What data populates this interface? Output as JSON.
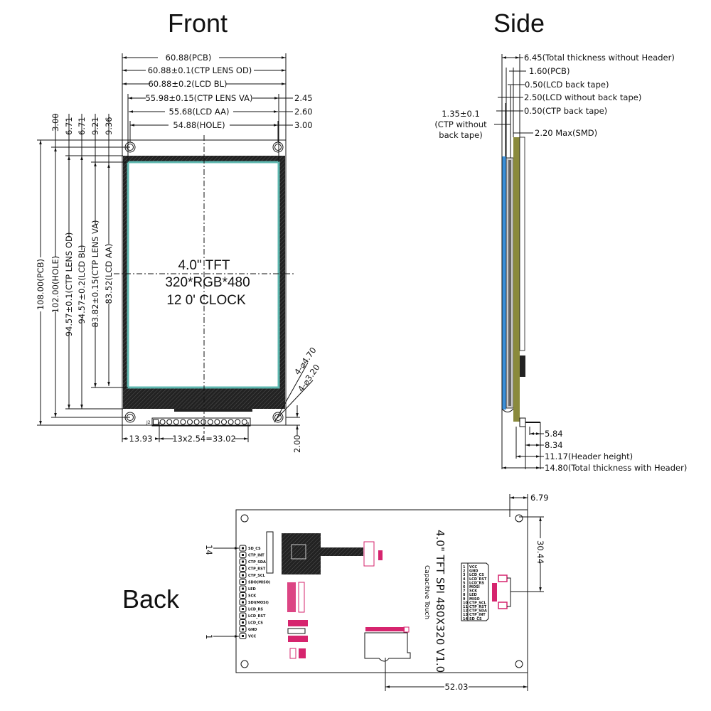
{
  "titles": {
    "front": "Front",
    "side": "Side",
    "back": "Back"
  },
  "front": {
    "screen_lines": [
      "4.0\" TFT",
      "320*RGB*480",
      "12 0' CLOCK"
    ],
    "top_dims": [
      "60.88(PCB)",
      "60.88±0.1(CTP LENS OD)",
      "60.88±0.2(LCD BL)",
      "55.98±0.15(CTP LENS VA)",
      "55.68(LCD AA)",
      "54.88(HOLE)"
    ],
    "right_dims": [
      "2.45",
      "2.60",
      "3.00"
    ],
    "left_dims": [
      "108.00(PCB)",
      "102.00(HOLE)",
      "94.57±0.1(CTP LENS OD)",
      "94.57±0.2(LCD BL)",
      "83.82±0.15(CTP LENS VA)",
      "83.52(LCD AA)"
    ],
    "left_top_dims": [
      "3.00",
      "6.71",
      "6.71",
      "9.21",
      "9.36"
    ],
    "hole_dims": [
      "4-⌀4.70",
      "4-⌀3.20"
    ],
    "header_label": "J2",
    "bottom_dims": [
      "13.93",
      "13x2.54=33.02",
      "2.00"
    ]
  },
  "side": {
    "dims": [
      "6.45(Total thickness without Header)",
      "1.60(PCB)",
      "0.50(LCD back tape)",
      "2.50(LCD without back tape)",
      "0.50(CTP back tape)",
      "2.20 Max(SMD)"
    ],
    "ctp_label": [
      "1.35±0.1",
      "(CTP without",
      "back tape)"
    ],
    "bottom_dims": [
      "5.84",
      "8.34",
      "11.17(Header height)",
      "14.80(Total thickness with Header)"
    ]
  },
  "back": {
    "pins": [
      "SD_CS",
      "CTP_INT",
      "CTP_SDA",
      "CTP_RST",
      "CTP_SCL",
      "SDO(MISO)",
      "LED",
      "SCK",
      "SDI(MOSI)",
      "LCD_RS",
      "LCD_RST",
      "LCD_CS",
      "GND",
      "VCC"
    ],
    "pin_first": "14",
    "pin_last": "1",
    "board_title": "4.0\" TFT SPI 480X320 V1.0",
    "board_subtitle": "Capacitive Touch",
    "table": [
      {
        "n": "1",
        "name": "VCC"
      },
      {
        "n": "2",
        "name": "GND"
      },
      {
        "n": "3",
        "name": "LCD_CS"
      },
      {
        "n": "4",
        "name": "LCD_RST"
      },
      {
        "n": "5",
        "name": "LCD_RS"
      },
      {
        "n": "6",
        "name": "MOSI"
      },
      {
        "n": "7",
        "name": "SCK"
      },
      {
        "n": "8",
        "name": "LED"
      },
      {
        "n": "9",
        "name": "MISO"
      },
      {
        "n": "10",
        "name": "CTP_SCL"
      },
      {
        "n": "11",
        "name": "CTP_RST"
      },
      {
        "n": "12",
        "name": "CTP_SDA"
      },
      {
        "n": "13",
        "name": "CTP_INT"
      },
      {
        "n": "14",
        "name": "SD_CS"
      }
    ],
    "dims": [
      "6.79",
      "30.44",
      "52.03"
    ]
  },
  "colors": {
    "ctp": "#3a8fd8",
    "pcb": "#8a8a3c",
    "magenta": "#d6246e",
    "teal": "#5fb8b0"
  }
}
